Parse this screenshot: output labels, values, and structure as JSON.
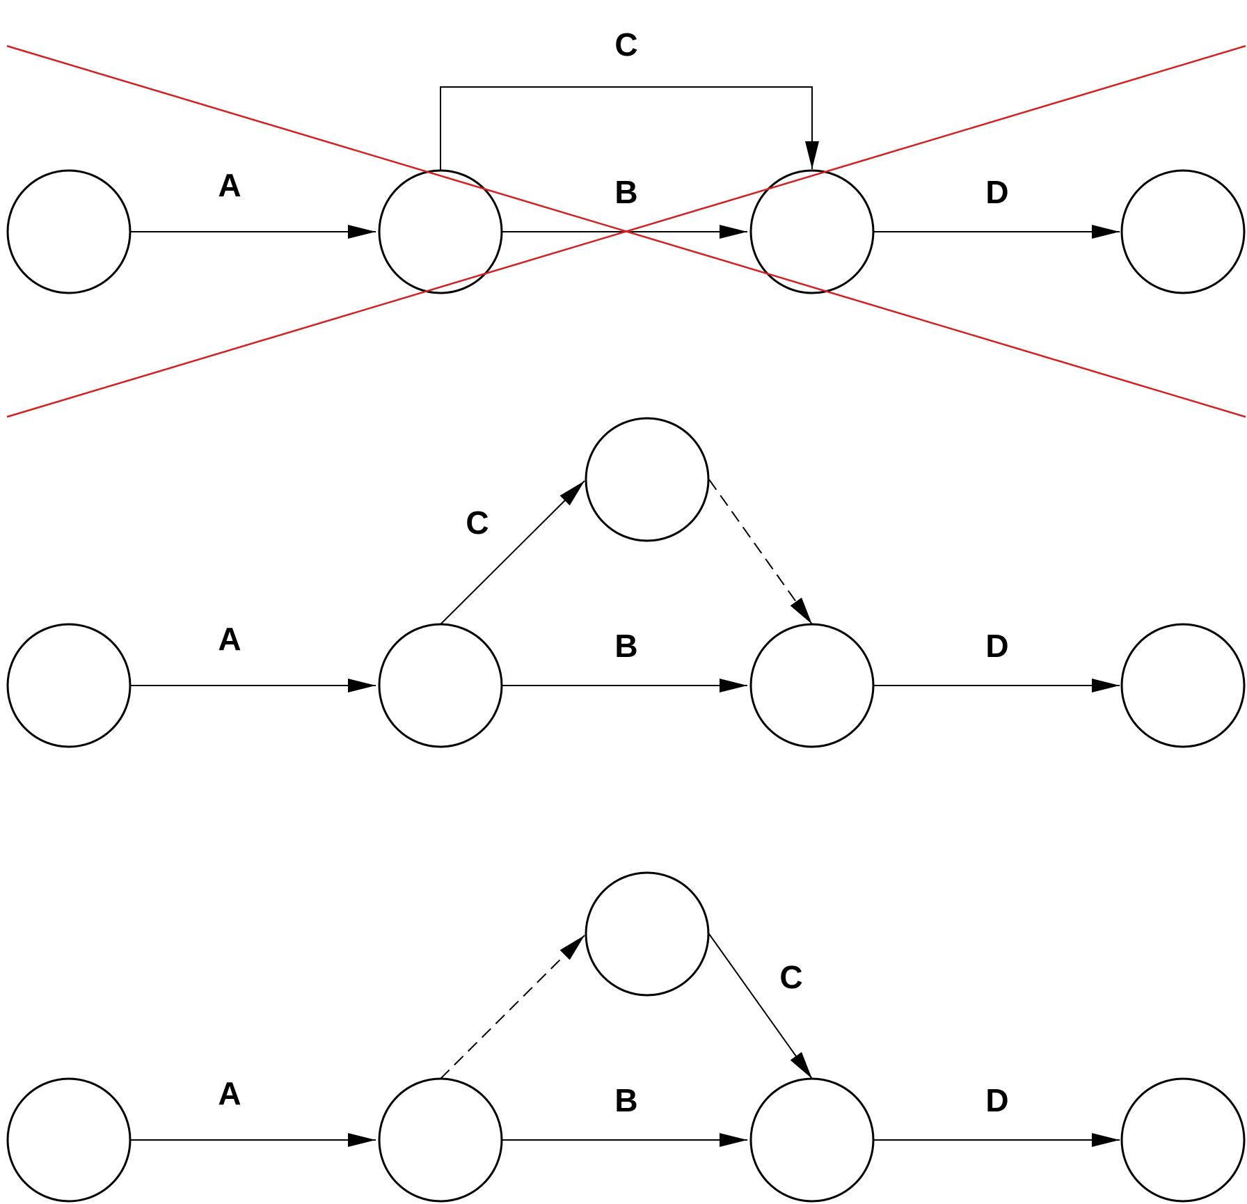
{
  "colors": {
    "stroke": "#000000",
    "cross": "#d62020",
    "background": "#ffffff"
  },
  "diagrams": [
    {
      "id": "invalid",
      "crossed_out": true,
      "edges": [
        {
          "id": "a",
          "label": "A",
          "style": "solid",
          "from": "node-1",
          "to": "node-2"
        },
        {
          "id": "b",
          "label": "B",
          "style": "solid",
          "from": "node-2",
          "to": "node-3"
        },
        {
          "id": "c",
          "label": "C",
          "style": "solid",
          "from": "node-2",
          "to": "node-3"
        },
        {
          "id": "d",
          "label": "D",
          "style": "solid",
          "from": "node-3",
          "to": "node-4"
        }
      ]
    },
    {
      "id": "dummy-after-c",
      "crossed_out": false,
      "edges": [
        {
          "id": "a",
          "label": "A",
          "style": "solid",
          "from": "node-1",
          "to": "node-2"
        },
        {
          "id": "b",
          "label": "B",
          "style": "solid",
          "from": "node-2",
          "to": "node-3"
        },
        {
          "id": "c",
          "label": "C",
          "style": "solid",
          "from": "node-2",
          "to": "node-5"
        },
        {
          "id": "dummy",
          "label": "",
          "style": "dashed",
          "from": "node-5",
          "to": "node-3"
        },
        {
          "id": "d",
          "label": "D",
          "style": "solid",
          "from": "node-3",
          "to": "node-4"
        }
      ]
    },
    {
      "id": "dummy-before-c",
      "crossed_out": false,
      "edges": [
        {
          "id": "a",
          "label": "A",
          "style": "solid",
          "from": "node-1",
          "to": "node-2"
        },
        {
          "id": "b",
          "label": "B",
          "style": "solid",
          "from": "node-2",
          "to": "node-3"
        },
        {
          "id": "dummy",
          "label": "",
          "style": "dashed",
          "from": "node-2",
          "to": "node-5"
        },
        {
          "id": "c",
          "label": "C",
          "style": "solid",
          "from": "node-5",
          "to": "node-3"
        },
        {
          "id": "d",
          "label": "D",
          "style": "solid",
          "from": "node-3",
          "to": "node-4"
        }
      ]
    }
  ]
}
